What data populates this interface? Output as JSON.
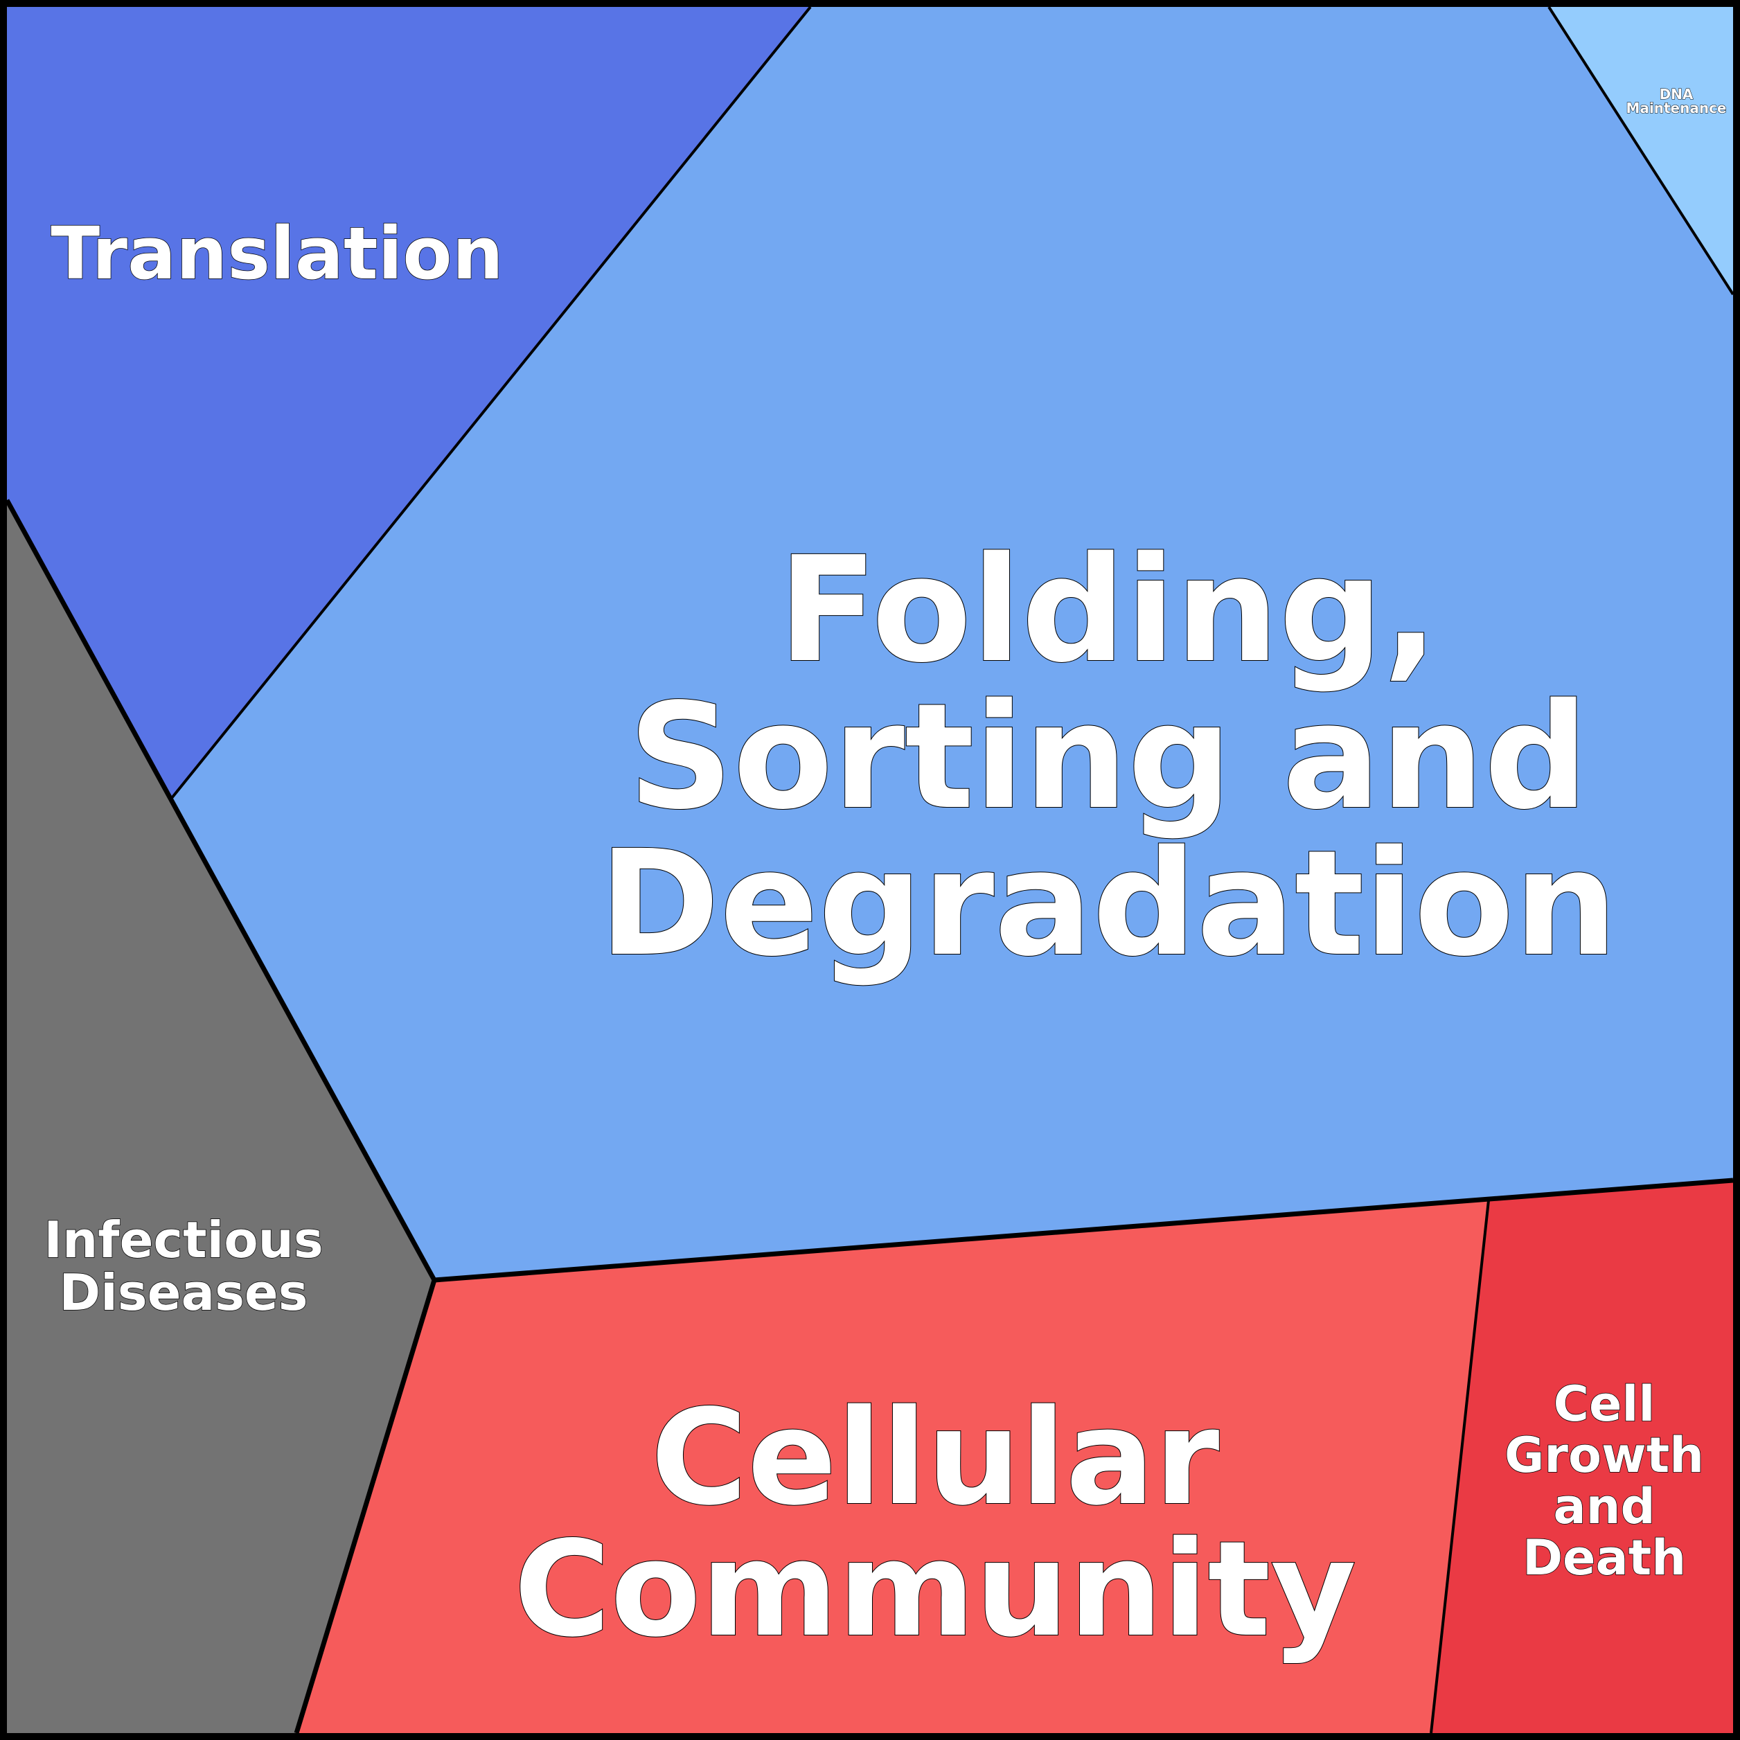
{
  "diagram": {
    "type": "voronoi-treemap",
    "cells": [
      {
        "id": "folding",
        "lines": [
          "Folding,",
          "Sorting and",
          "Degradation"
        ],
        "color": "#73a8f2"
      },
      {
        "id": "translation",
        "lines": [
          "Translation"
        ],
        "color": "#5874e6"
      },
      {
        "id": "dna",
        "lines": [
          "DNA",
          "Maintenance"
        ],
        "color": "#94ccfd"
      },
      {
        "id": "infectious",
        "lines": [
          "Infectious",
          "Diseases"
        ],
        "color": "#737373"
      },
      {
        "id": "community",
        "lines": [
          "Cellular",
          "Community"
        ],
        "color": "#f65b5b"
      },
      {
        "id": "growth",
        "lines": [
          "Cell",
          "Growth",
          "and",
          "Death"
        ],
        "color": "#ea3a44"
      }
    ],
    "border_color": "#000000"
  }
}
